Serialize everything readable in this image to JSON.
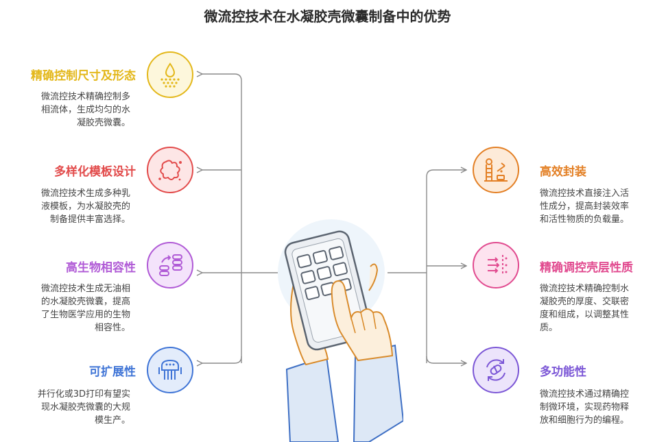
{
  "title": "微流控技术在水凝胶壳微囊制备中的优势",
  "colors": {
    "yellow": "#e3b719",
    "red": "#e24a4a",
    "purple": "#b05ad6",
    "blue": "#3f74d6",
    "orange": "#e37f24",
    "pink": "#e14a8f",
    "violet": "#7b56d6"
  },
  "left": [
    {
      "heading": "精确控制尺寸及形态",
      "desc": [
        "微流控技术精确控制多",
        "相流体，生成均匀的水",
        "凝胶壳微囊。"
      ],
      "icon": "droplet-dots-icon"
    },
    {
      "heading": "多样化模板设计",
      "desc": [
        "微流控技术生成多种乳",
        "液模板，为水凝胶壳的",
        "制备提供丰富选择。"
      ],
      "icon": "splash-blob-icon"
    },
    {
      "heading": "高生物相容性",
      "desc": [
        "微流控技术生成无油相",
        "的水凝胶壳微囊，提高",
        "了生物医学应用的生物",
        "相容性。"
      ],
      "icon": "cell-stacks-icon"
    },
    {
      "heading": "可扩展性",
      "desc": [
        "并行化或3D打印有望实",
        "现水凝胶壳微囊的大规",
        "模生产。"
      ],
      "icon": "parallel-device-icon"
    }
  ],
  "right": [
    {
      "heading": "高效封装",
      "desc": [
        "微流控技术直接注入活",
        "性成分，提高封装效率",
        "和活性物质的负载量。"
      ],
      "icon": "encapsulation-machine-icon"
    },
    {
      "heading": "精确调控壳层性质",
      "desc": [
        "微流控技术精确控制水",
        "凝胶壳的厚度、交联密",
        "度和组成，以调整其性",
        "质。"
      ],
      "icon": "layer-tuning-icon"
    },
    {
      "heading": "多功能性",
      "desc": [
        "微流控技术通过精确控",
        "制微环境，实现药物释",
        "放和细胞行为的编程。"
      ],
      "icon": "capsule-cycle-icon"
    }
  ],
  "hub_icon": "hands-tablet-icon"
}
